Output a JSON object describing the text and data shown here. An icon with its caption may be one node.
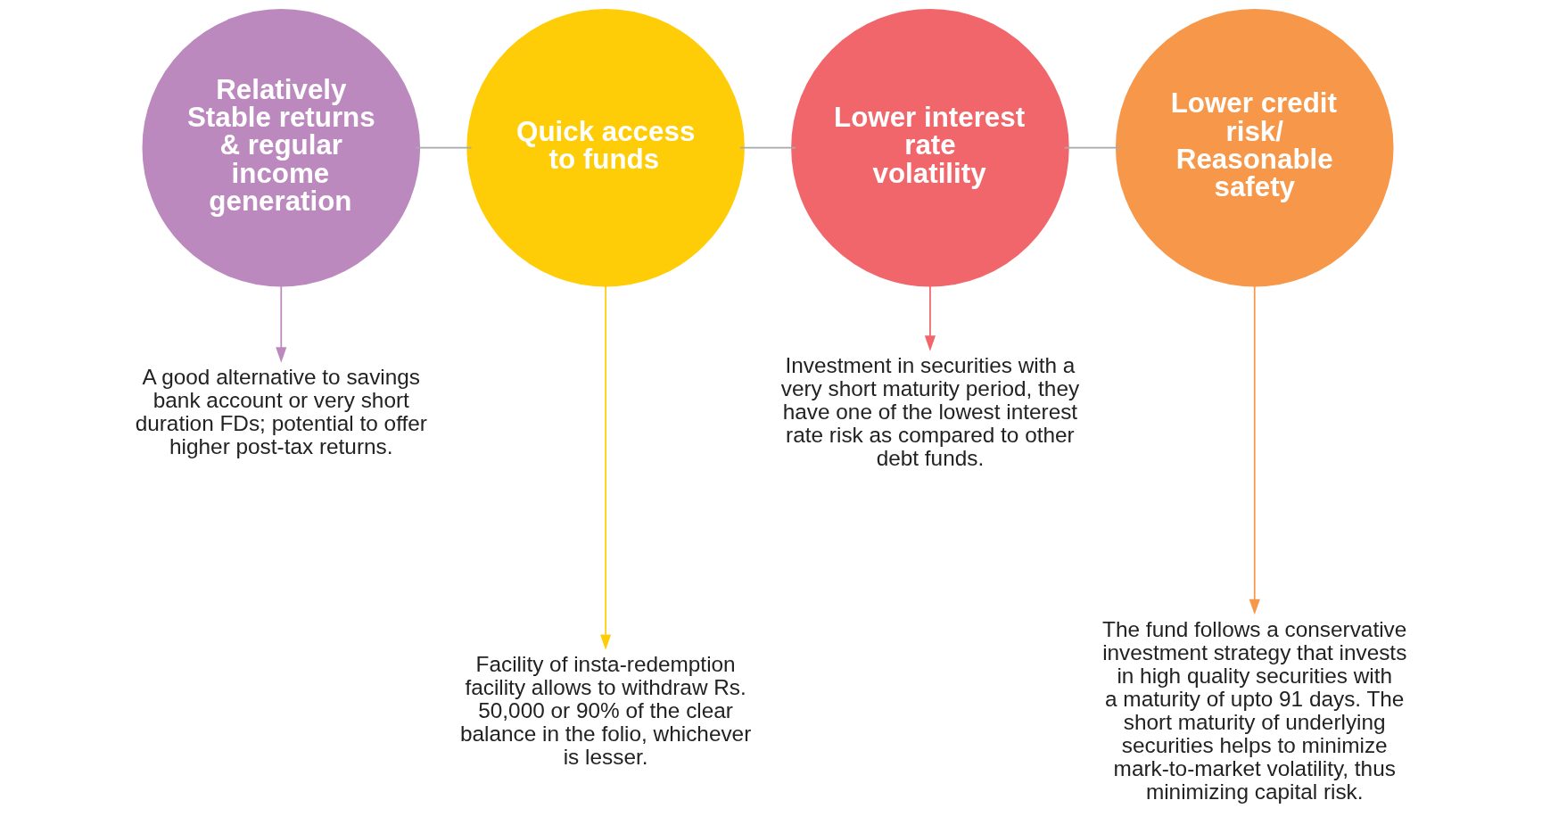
{
  "diagram": {
    "nodes": [
      {
        "text": [
          "Relatively Stable returns & regular income generation"
        ]
      },
      {
        "text": [
          "Quick access to funds"
        ]
      },
      {
        "text": [
          "Lower interest rate volatility"
        ]
      },
      {
        "text": [
          "Lower credit risk/ Reasonable safety"
        ]
      },
      {
        "text": [
          "A good alternative to savings bank account or very short duration FDs; potential to offer higher post-tax returns."
        ]
      },
      {
        "text": [
          "Facility of insta-redemption facility allows to withdraw Rs. 50,000 or 90% of the clear balance in the folio, whichever is lesser."
        ]
      },
      {
        "text": [
          "Investment in securities with a very short maturity period, they have one of the lowest interest rate risk as compared to other debt funds."
        ]
      },
      {
        "text": [
          "The fund follows a conservative investment strategy that invests in high quality securities with a maturity of upto 91 days. The short maturity of underlying securities helps to minimize mark-to-market volatility, thus minimizing capital risk."
        ]
      }
    ],
    "edges": [
      {
        "from": 0,
        "to": 1,
        "arrow": "none",
        "color": "#a7a9ac"
      },
      {
        "from": 1,
        "to": 2,
        "arrow": "none",
        "color": "#a7a9ac"
      },
      {
        "from": 2,
        "to": 3,
        "arrow": "none",
        "color": "#a7a9ac"
      },
      {
        "from": 0,
        "to": 4,
        "arrow": "to",
        "color": "#bc89be"
      },
      {
        "from": 1,
        "to": 5,
        "arrow": "to",
        "color": "#fecd08"
      },
      {
        "from": 2,
        "to": 6,
        "arrow": "to",
        "color": "#f0666b"
      },
      {
        "from": 3,
        "to": 7,
        "arrow": "to",
        "color": "#f7974a"
      }
    ]
  }
}
